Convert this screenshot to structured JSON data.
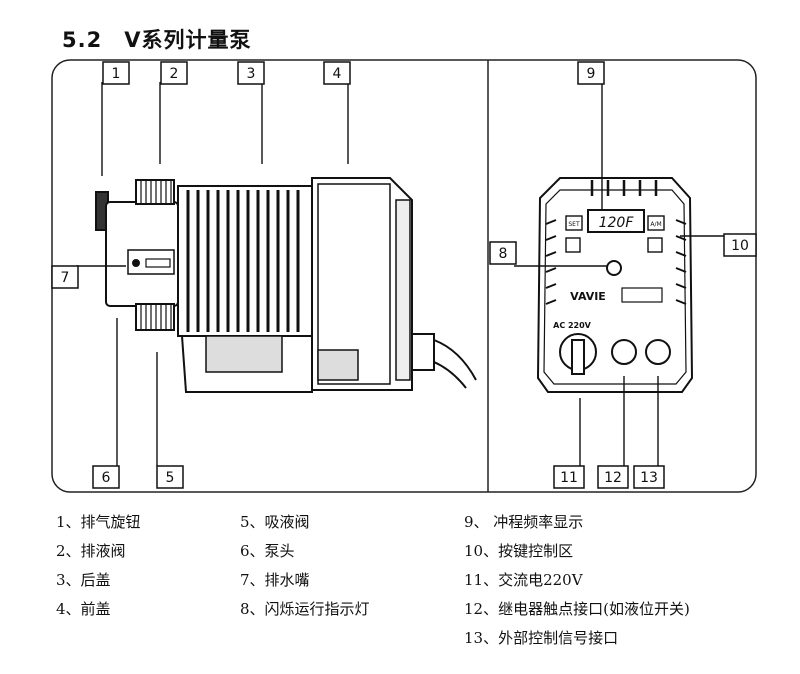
{
  "title": "5.2　V系列计量泵",
  "callouts": [
    "1",
    "2",
    "3",
    "4",
    "5",
    "6",
    "7",
    "8",
    "9",
    "10",
    "11",
    "12",
    "13"
  ],
  "panel": {
    "display": "120F",
    "buttons": [
      "SET",
      "A/M"
    ],
    "brand": "VAVIE",
    "voltage": "AC 220V"
  },
  "legend": {
    "col1": [
      "1、排气旋钮",
      "2、排液阀",
      "3、后盖",
      "4、前盖"
    ],
    "col2": [
      "5、吸液阀",
      "6、泵头",
      "7、排水嘴",
      "8、闪烁运行指示灯"
    ],
    "col3": [
      "9、  冲程频率显示",
      "10、按键控制区",
      "11、交流电220V",
      "12、继电器触点接口(如液位开关)",
      "13、外部控制信号接口"
    ]
  }
}
